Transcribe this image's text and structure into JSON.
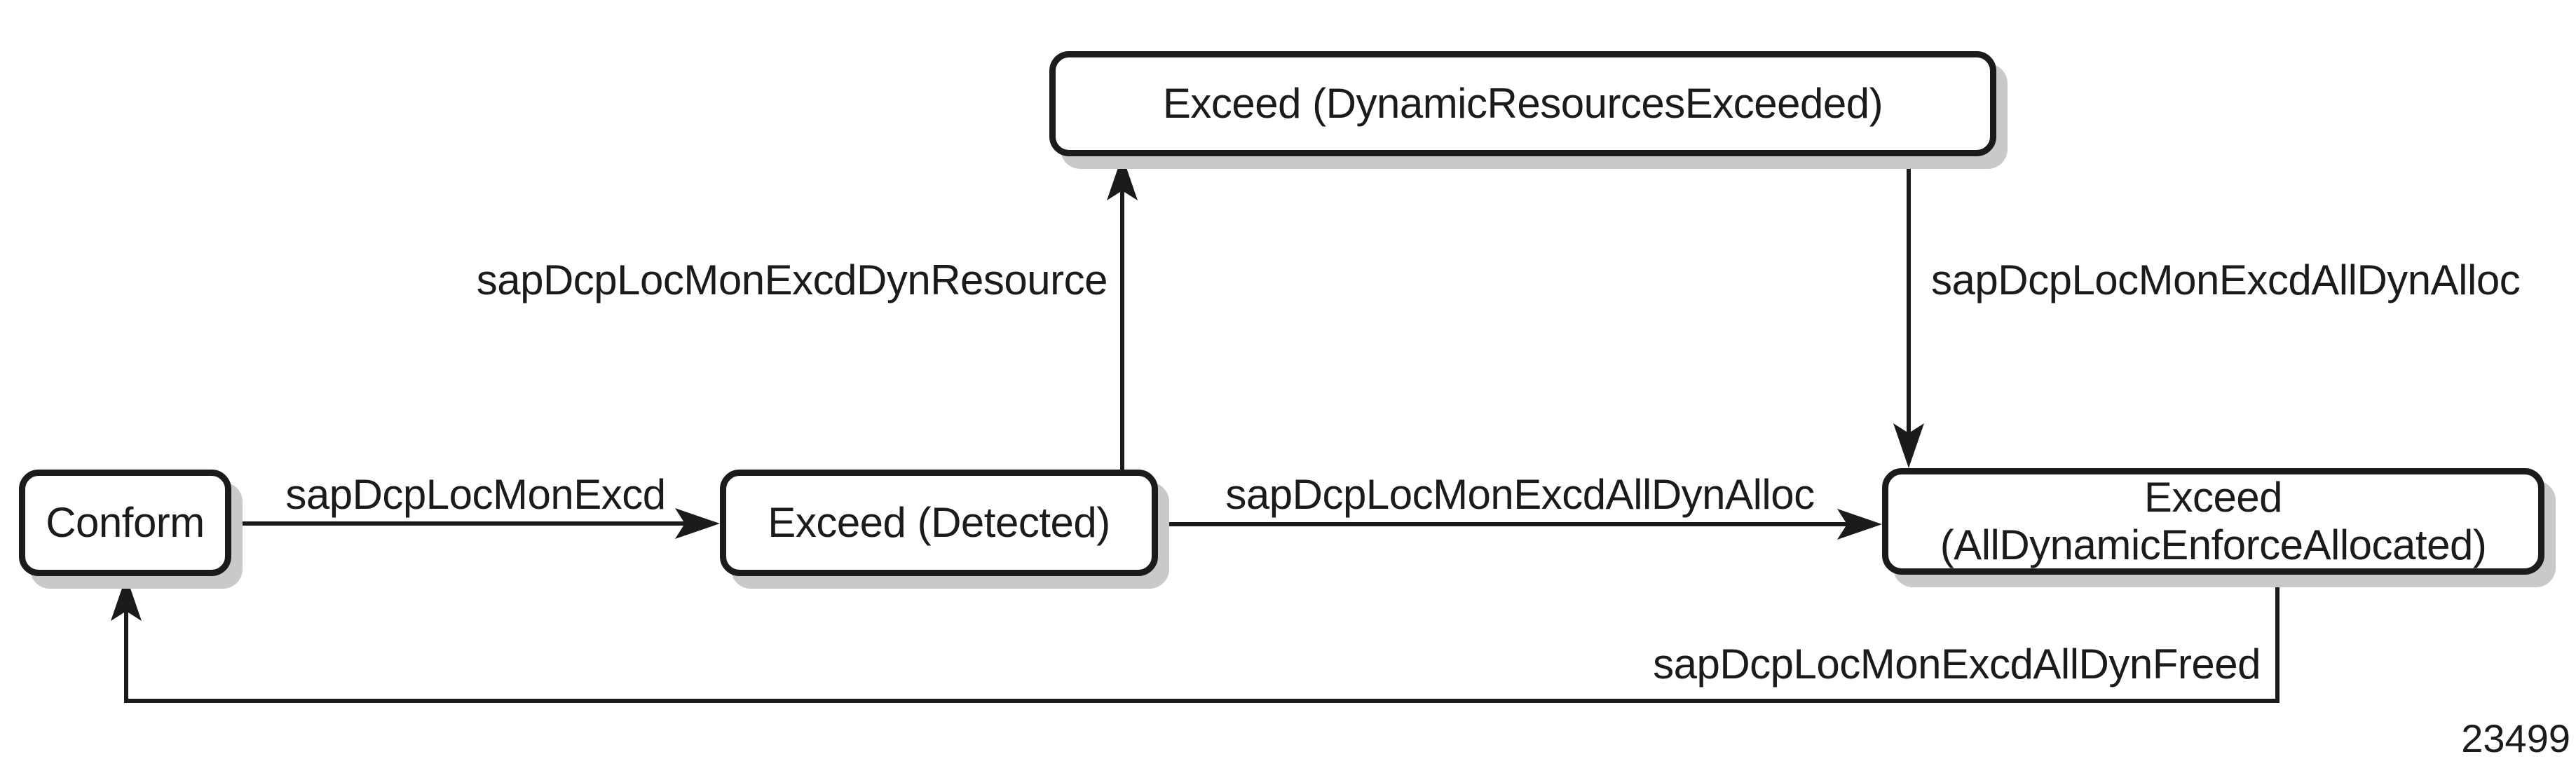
{
  "diagram": {
    "states": {
      "conform": {
        "label": "Conform"
      },
      "exceed_detected": {
        "label": "Exceed (Detected)"
      },
      "exceed_dynamic_resources": {
        "label": "Exceed (DynamicResourcesExceeded)"
      },
      "exceed_all_dynamic": {
        "label": "Exceed\n(AllDynamicEnforceAllocated)"
      }
    },
    "transitions": {
      "conform_to_detected": {
        "label": "sapDcpLocMonExcd"
      },
      "detected_to_dynamic": {
        "label": "sapDcpLocMonExcdDynResource"
      },
      "detected_to_all": {
        "label": "sapDcpLocMonExcdAllDynAlloc"
      },
      "dynamic_to_all": {
        "label": "sapDcpLocMonExcdAllDynAlloc"
      },
      "all_to_conform": {
        "label": "sapDcpLocMonExcdAllDynFreed"
      }
    },
    "figure_number": "23499",
    "colors": {
      "ink": "#1c1a1b",
      "shadow": "#c9c9c9",
      "background": "#ffffff"
    }
  }
}
